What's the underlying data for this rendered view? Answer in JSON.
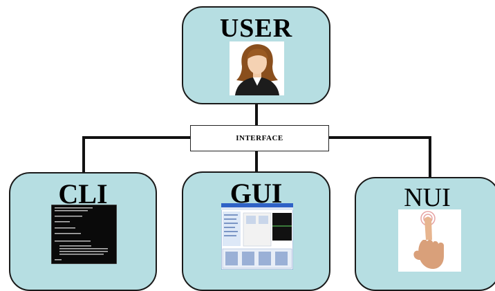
{
  "user": {
    "title": "USER",
    "icon": "female-user-avatar"
  },
  "interface": {
    "label": "INTERFACE"
  },
  "nodes": [
    {
      "title": "CLI",
      "icon": "command-line-window"
    },
    {
      "title": "GUI",
      "icon": "graphical-window-screenshot"
    },
    {
      "title": "NUI",
      "icon": "touch-finger"
    }
  ],
  "colors": {
    "box_fill": "#b6dee2",
    "line": "#111111"
  }
}
